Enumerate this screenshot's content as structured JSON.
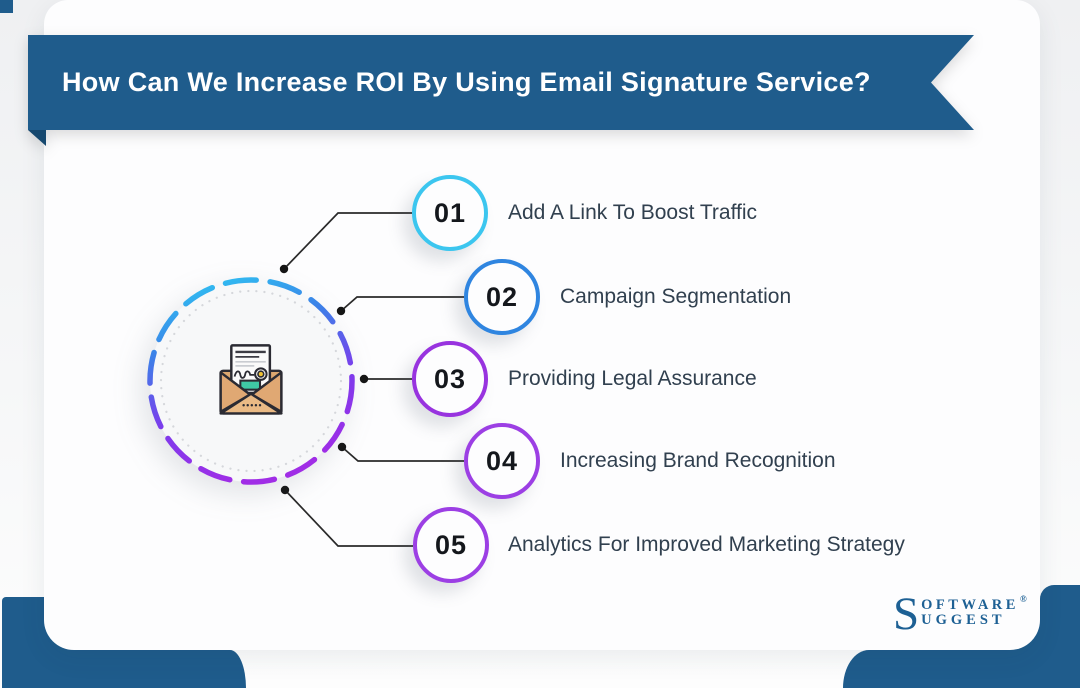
{
  "banner": {
    "title": "How Can We Increase ROI By Using Email Signature Service?"
  },
  "items": [
    {
      "number": "01",
      "label": "Add A Link To Boost Traffic",
      "accent": "#3cc6ef"
    },
    {
      "number": "02",
      "label": "Campaign Segmentation",
      "accent": "#2f85e0"
    },
    {
      "number": "03",
      "label": "Providing Legal Assurance",
      "accent": "#9833df"
    },
    {
      "number": "04",
      "label": "Increasing Brand Recognition",
      "accent": "#9c3fe4"
    },
    {
      "number": "05",
      "label": "Analytics For Improved Marketing Strategy",
      "accent": "#9c3fe4"
    }
  ],
  "center": {
    "icon": "open-envelope-with-signed-letter",
    "ring_gradient": [
      "#2ec6f2",
      "#3b82e8",
      "#7d3bec",
      "#a02de6"
    ]
  },
  "colors": {
    "ribbon": "#1f5c8c",
    "ribbon_fold": "#16486f",
    "corner_blue": "#1f5c8c",
    "label_text": "#31404f",
    "number_text": "#14171c",
    "connector": "#2a2a2a",
    "logo_blue": "#1d6094"
  },
  "logo": {
    "initial": "S",
    "line1": "OFTWARE",
    "line2": "UGGEST",
    "trademark": "®"
  }
}
